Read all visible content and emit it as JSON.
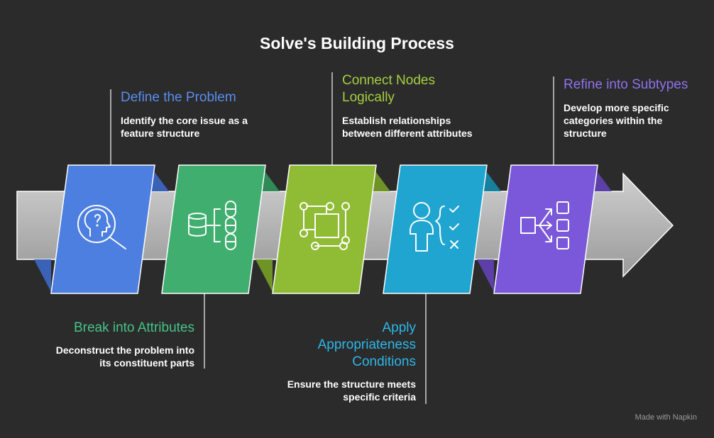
{
  "title": "Solve's Building Process",
  "colors": {
    "background": "#2b2b2b",
    "arrow": "#b9b9b9",
    "step1": "#4c7fe0",
    "step2": "#3fae6f",
    "step3": "#8fbb35",
    "step4": "#1fa5cf",
    "step5": "#7b58d9"
  },
  "steps": [
    {
      "title": "Define the Problem",
      "description": "Identify the core issue as a feature structure",
      "icon": "head-magnifier-icon",
      "label_position": "top"
    },
    {
      "title": "Break into Attributes",
      "description": "Deconstruct the problem into its constituent parts",
      "icon": "database-branch-icon",
      "label_position": "bottom"
    },
    {
      "title": "Connect Nodes Logically",
      "description": "Establish relationships between different attributes",
      "icon": "node-square-icon",
      "label_position": "top"
    },
    {
      "title": "Apply Appropriateness Conditions",
      "description": "Ensure the structure meets specific criteria",
      "icon": "person-checklist-icon",
      "label_position": "bottom"
    },
    {
      "title": "Refine into Subtypes",
      "description": "Develop more specific categories within the structure",
      "icon": "split-boxes-icon",
      "label_position": "top"
    }
  ],
  "credit": "Made with  Napkin"
}
